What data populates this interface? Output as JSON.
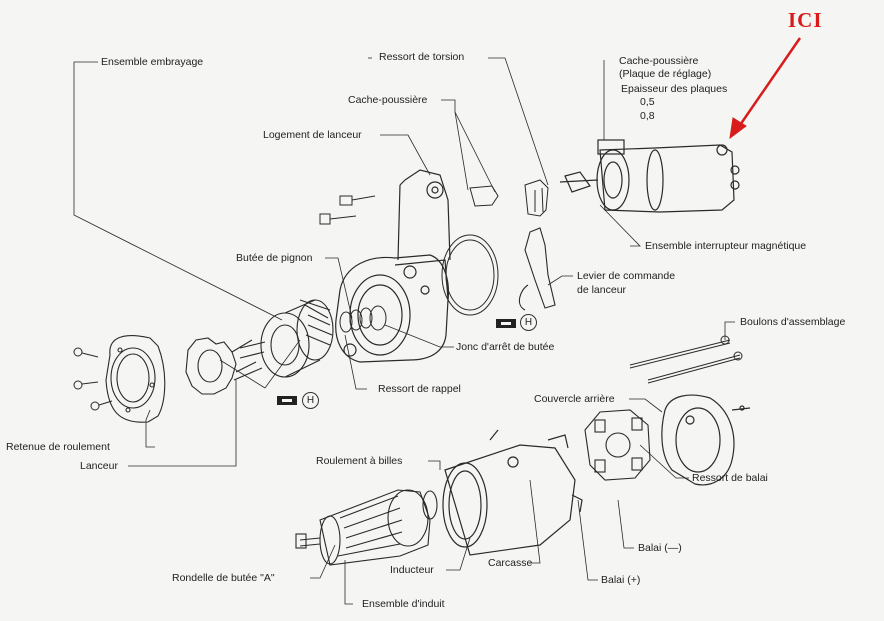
{
  "annotation": {
    "text": "ICI",
    "color": "#d81c1c"
  },
  "labels": {
    "ensemble_embrayage": "Ensemble embrayage",
    "ressort_de_torsion": "Ressort de torsion",
    "cache_poussiere_top": "Cache-poussière",
    "plaque_de_reglage": "(Plaque de réglage)",
    "epaisseur_des_plaques": "Epaisseur des plaques",
    "epaisseur_05": "0,5",
    "epaisseur_08": "0,8",
    "cache_poussiere_mid": "Cache-poussière",
    "logement_de_lanceur": "Logement de lanceur",
    "ensemble_interrupteur": "Ensemble interrupteur magnétique",
    "butee_de_pignon": "Butée de pignon",
    "levier_de_commande_1": "Levier de commande",
    "levier_de_commande_2": "de lanceur",
    "boulons_assemblage": "Boulons d'assemblage",
    "jonc_arret_butee": "Jonc d'arrêt de butée",
    "ressort_de_rappel": "Ressort de rappel",
    "couvercle_arriere": "Couvercle arrière",
    "retenue_de_roulement": "Retenue de roulement",
    "lanceur": "Lanceur",
    "ressort_de_balai": "Ressort de balai",
    "roulement_a_billes": "Roulement à billes",
    "balai_moins": "Balai (—)",
    "inducteur": "Inducteur",
    "carcasse": "Carcasse",
    "balai_plus": "Balai (+)",
    "rondelle_de_butee": "Rondelle de butée \"A\"",
    "ensemble_induit": "Ensemble d'induit",
    "grease_mark": "H"
  }
}
